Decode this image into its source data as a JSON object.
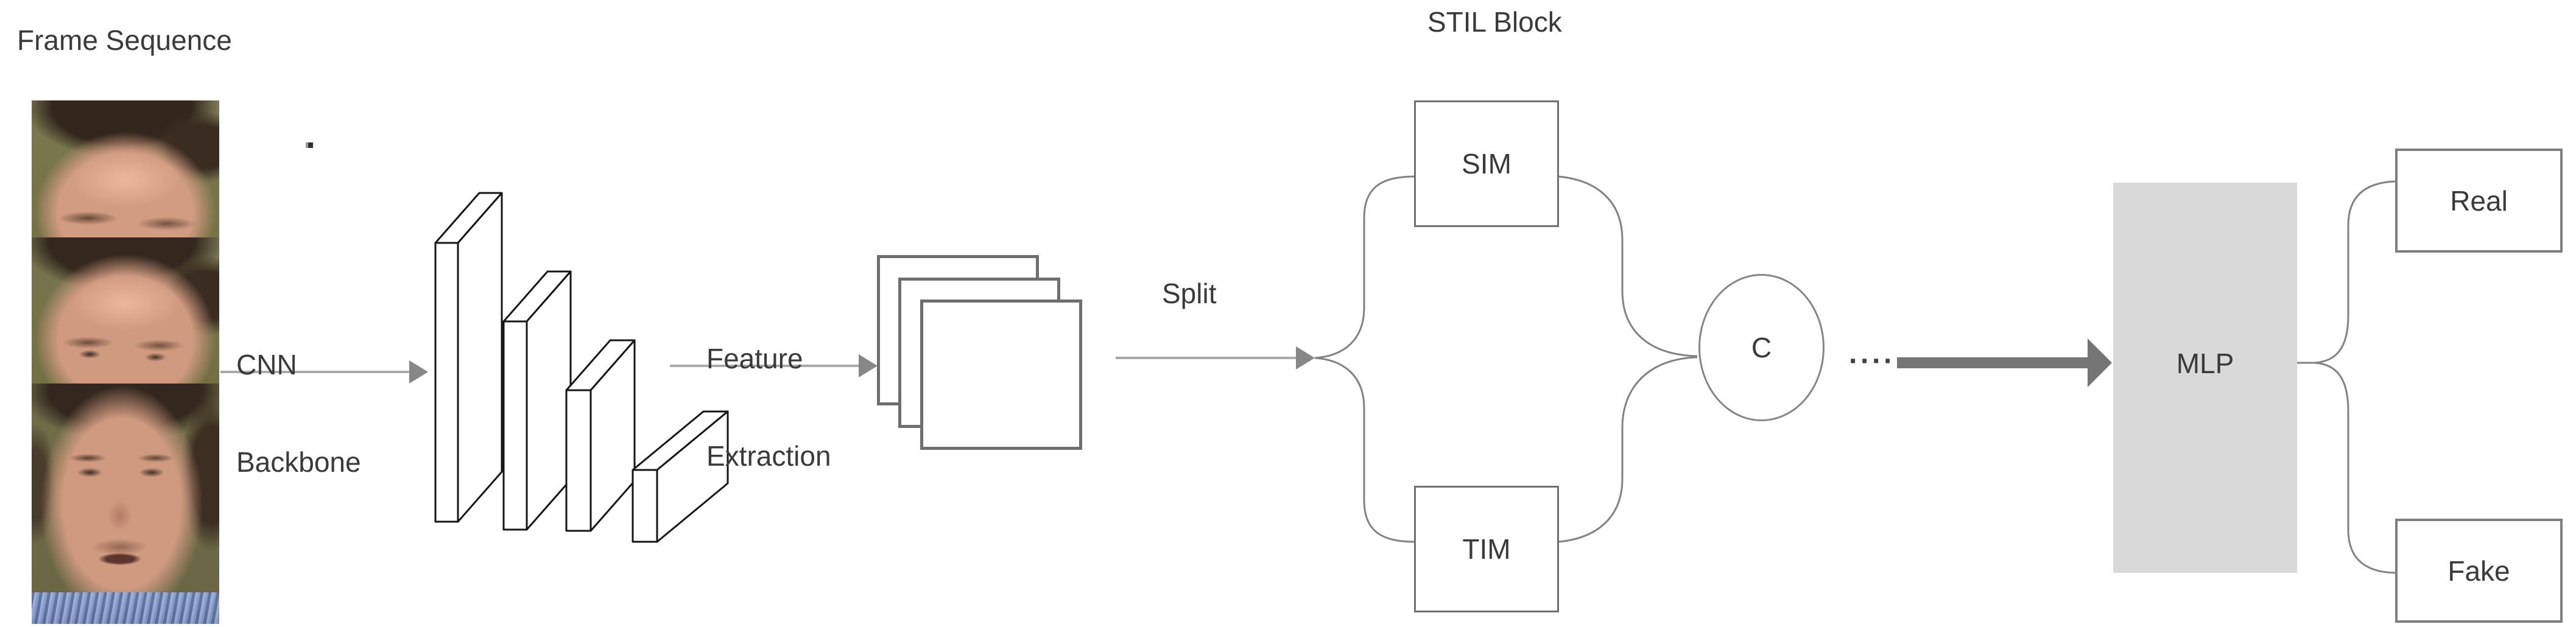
{
  "diagram": {
    "title": "STIL Block",
    "frame_sequence_label": "Frame Sequence",
    "cnn_backbone": {
      "line1": "CNN",
      "line2": "Backbone"
    },
    "feature_extraction": {
      "line1": "Feature",
      "line2": "Extraction"
    },
    "split_label": "Split",
    "nodes": {
      "sim": "SIM",
      "tim": "TIM",
      "concat": "C",
      "mlp": "MLP",
      "real": "Real",
      "fake": "Fake"
    },
    "ellipsis": "····",
    "colors": {
      "line_gray": "#a9a9a9",
      "arrowhead_gray": "#878787",
      "connector_gray": "#828282",
      "box_border_gray": "#6f6f6f",
      "thick_arrow_gray": "#757575",
      "mlp_fill": "#d9d9d9",
      "text_color": "#3a3a3a",
      "slab_stroke": "#161616"
    }
  }
}
